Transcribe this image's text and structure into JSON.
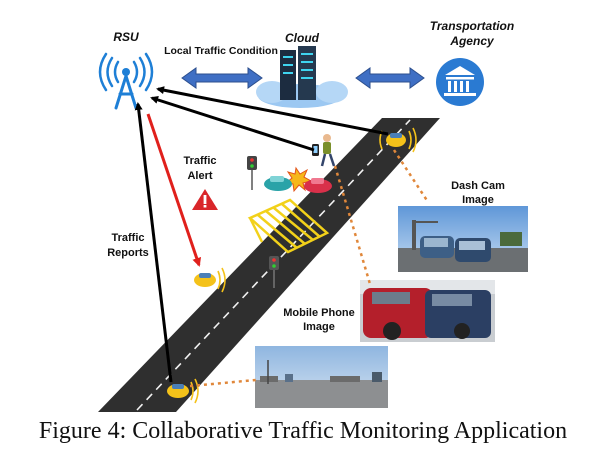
{
  "nodes": {
    "rsu": "RSU",
    "cloud": "Cloud",
    "agency_line1": "Transportation",
    "agency_line2": "Agency"
  },
  "labels": {
    "local_traffic_condition": "Local Traffic Condition",
    "traffic_alert_line1": "Traffic",
    "traffic_alert_line2": "Alert",
    "traffic_reports_line1": "Traffic",
    "traffic_reports_line2": "Reports",
    "dash_cam_line1": "Dash Cam",
    "dash_cam_line2": "Image",
    "mobile_phone_line1": "Mobile Phone",
    "mobile_phone_line2": "Image"
  },
  "caption": "Figure 4: Collaborative Traffic Monitoring Application",
  "colors": {
    "rsu_blue": "#1e7fd6",
    "link_arrow": "#3f6fc4",
    "road": "#2f2f2f",
    "alert_arrow": "#e0201c",
    "report_arrow": "#000000",
    "image_link": "#e0873a",
    "car": "#f4c21a"
  }
}
